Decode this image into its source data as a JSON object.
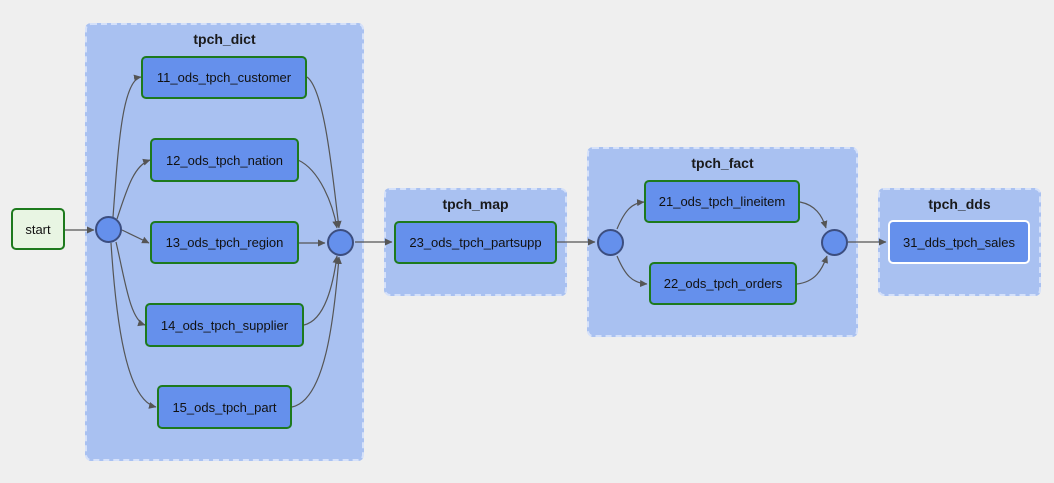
{
  "start": {
    "label": "start"
  },
  "groups": {
    "dict": {
      "title": "tpch_dict"
    },
    "map": {
      "title": "tpch_map"
    },
    "fact": {
      "title": "tpch_fact"
    },
    "dds": {
      "title": "tpch_dds"
    }
  },
  "tasks": {
    "t11": "11_ods_tpch_customer",
    "t12": "12_ods_tpch_nation",
    "t13": "13_ods_tpch_region",
    "t14": "14_ods_tpch_supplier",
    "t15": "15_ods_tpch_part",
    "t23": "23_ods_tpch_partsupp",
    "t21": "21_ods_tpch_lineitem",
    "t22": "22_ods_tpch_orders",
    "t31": "31_dds_tpch_sales"
  },
  "colors": {
    "background": "#efefef",
    "group_fill": "#a9c1f1",
    "task_fill": "#6590ec",
    "task_border": "#1d7a1d",
    "start_fill": "#e8f5e3",
    "edge": "#555555"
  }
}
